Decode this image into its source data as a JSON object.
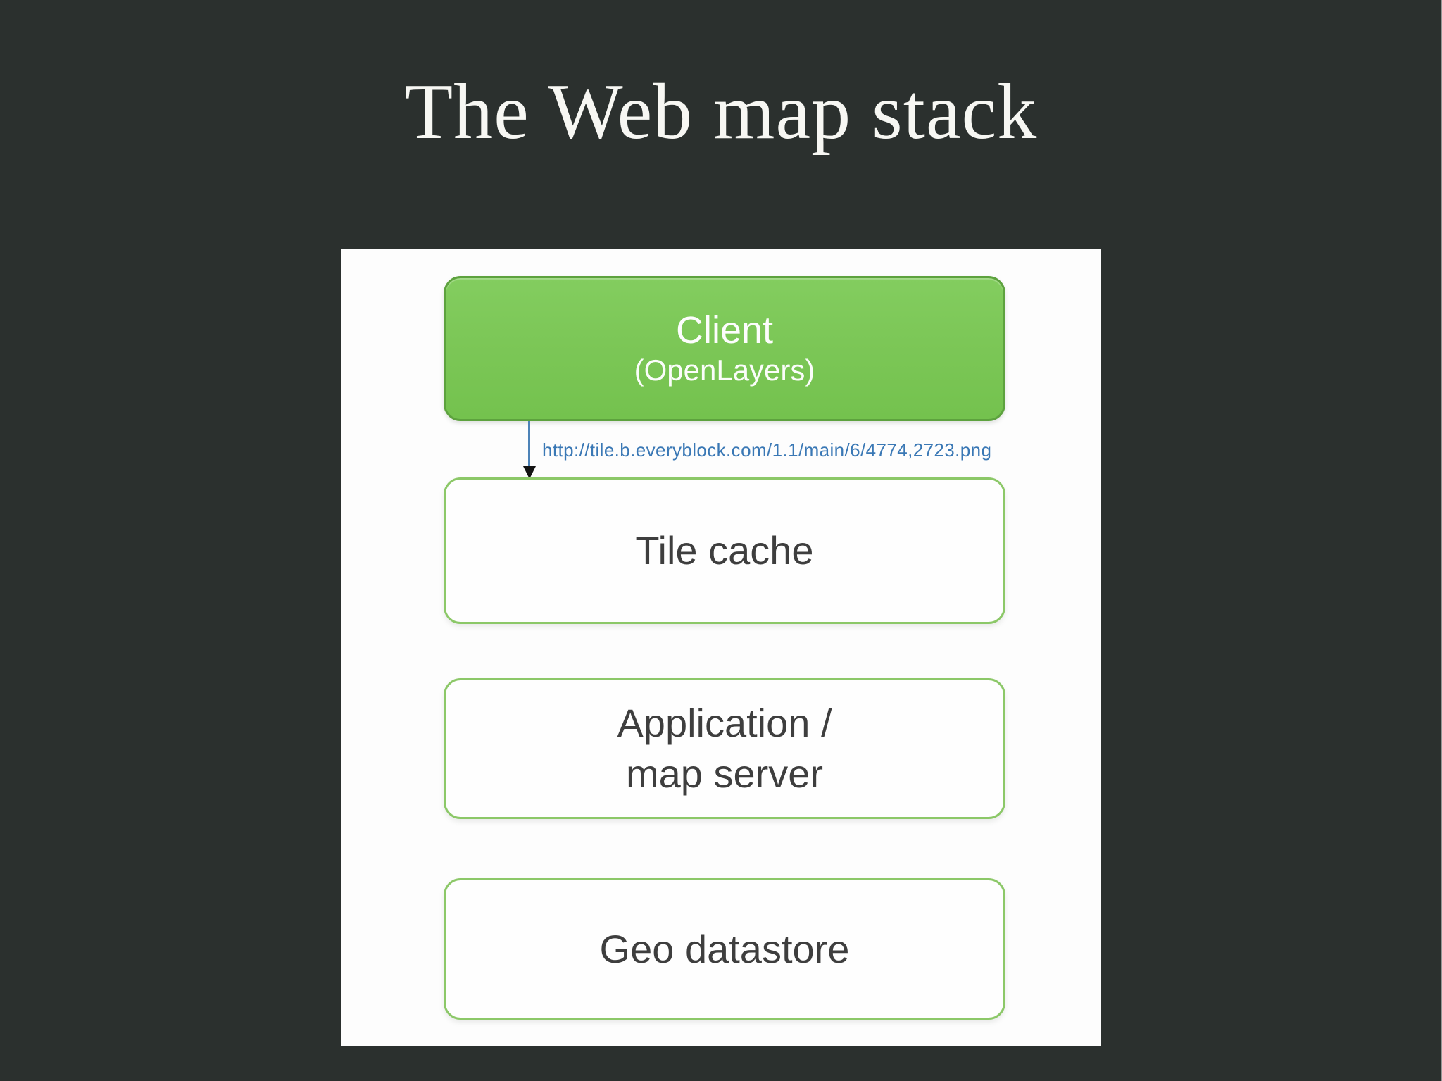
{
  "slide": {
    "title": "The Web map stack"
  },
  "diagram": {
    "nodes": [
      {
        "id": "client",
        "label": "Client",
        "sublabel": "(OpenLayers)"
      },
      {
        "id": "tile-cache",
        "label": "Tile cache"
      },
      {
        "id": "app-map-server",
        "label_line1": "Application /",
        "label_line2": "map server"
      },
      {
        "id": "geo-datastore",
        "label": "Geo datastore"
      }
    ],
    "edge": {
      "from": "client",
      "to": "tile-cache"
    },
    "request_url": "http://tile.b.everyblock.com/1.1/main/6/4774,2723.png"
  },
  "colors": {
    "background": "#2b302e",
    "title_text": "#f7f7f3",
    "panel_bg": "#fdfdfd",
    "node_green_fill": "#7cc757",
    "node_green_border": "#5da23e",
    "node_white_border": "#8cc868",
    "node_text": "#3e3e3e",
    "url_text": "#3a78b5",
    "arrow_line": "#4d83b8"
  }
}
